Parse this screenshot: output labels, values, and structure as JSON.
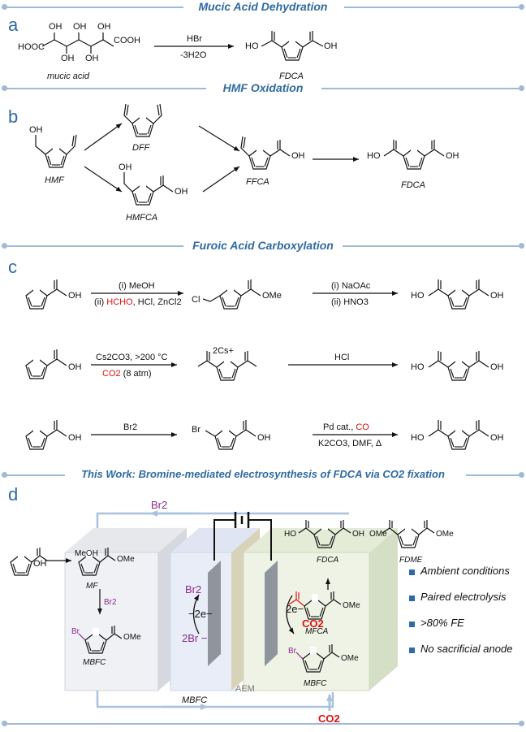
{
  "sections": {
    "a": {
      "letter": "a",
      "title": "Mucic Acid Dehydration"
    },
    "b": {
      "letter": "b",
      "title": "HMF Oxidation"
    },
    "c": {
      "letter": "c",
      "title": "Furoic Acid Carboxylation"
    },
    "d": {
      "letter": "d",
      "title": "This Work: Bromine-mediated electrosynthesis of FDCA via CO2 fixation"
    }
  },
  "a": {
    "reagent": "HBr",
    "condition": "-3H2O",
    "substrate": "mucic acid",
    "product": "FDCA",
    "groups": {
      "hooc": "HOOC",
      "cooh": "COOH",
      "oh": "OH",
      "ho": "HO"
    }
  },
  "b": {
    "hmf": "HMF",
    "dff": "DFF",
    "hmfca": "HMFCA",
    "ffca": "FFCA",
    "fdca": "FDCA",
    "groups": {
      "oh": "OH",
      "ho": "HO"
    }
  },
  "c": {
    "row1": {
      "reagent1": "(i) MeOH",
      "reagent2a": "(ii) ",
      "reagent2b": "HCHO",
      "reagent2c": ", HCl, ZnCl2",
      "reagent3": "(i) NaOAc",
      "reagent4": "(ii) HNO3",
      "cl": "Cl",
      "ome": "OMe"
    },
    "row2": {
      "reagent1": "Cs2CO3, >200 °C",
      "reagent2a": "CO2",
      "reagent2b": " (8 atm)",
      "counterion": "2Cs+",
      "reagent3": "HCl"
    },
    "row3": {
      "reagent1": "Br2",
      "br": "Br",
      "reagent2a": "Pd cat., ",
      "reagent2b": "CO",
      "reagent3": "K2CO3, DMF, Δ"
    },
    "groups": {
      "oh": "OH",
      "ho": "HO"
    }
  },
  "d": {
    "br2_top": "Br2",
    "meoh": "MeOH",
    "mf": "MF",
    "br2_side": "Br2",
    "mbfc_left": "MBFC",
    "anode_br2": "Br2",
    "anode_e": "−2e−",
    "anode_br": "2Br −",
    "cathode_e": "2e−",
    "cathode_co2": "CO2",
    "fdca": "FDCA",
    "fdme": "FDME",
    "mfca": "MFCA",
    "mbfc_right": "MBFC",
    "mbfc_bottom": "MBFC",
    "aem": "AEM",
    "co2_bottom": "CO2",
    "ome": "OMe",
    "br": "Br",
    "oh": "OH",
    "ho": "HO",
    "bullets": [
      "Ambient conditions",
      "Paired electrolysis",
      ">80% FE",
      "No sacrificial anode"
    ]
  },
  "colors": {
    "accent": "#2f6aa3",
    "rule": "#9fb9d6",
    "red": "#e01010",
    "purple": "#8a2b8f"
  }
}
